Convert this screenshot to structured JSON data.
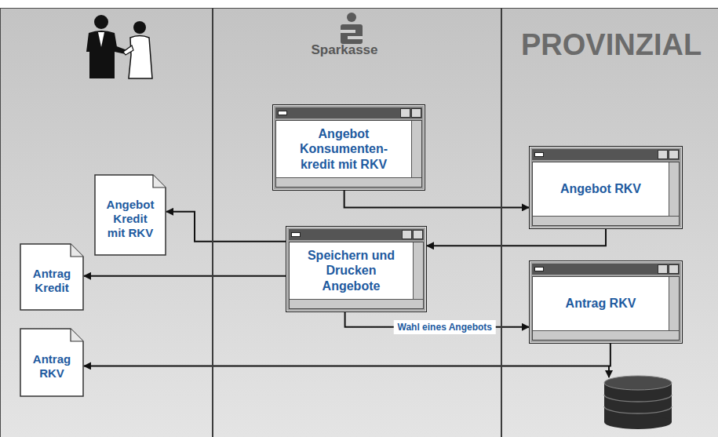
{
  "diagram": {
    "nodes": [
      {
        "text": [
          "Sparkasse"
        ]
      },
      {
        "text": [
          "Angebot Konsumenten- kredit mit RKV"
        ],
        "in": 0
      },
      {
        "text": [
          "Speichern und Drucken Angebote"
        ],
        "in": 0
      },
      {
        "text": [
          "PROVINZIAL"
        ]
      },
      {
        "text": [
          "Angebot RKV"
        ],
        "in": 3
      },
      {
        "text": [
          "Antrag RKV"
        ],
        "in": 3
      },
      {
        "text": [
          "Angebot Kredit mit RKV"
        ]
      },
      {
        "text": [
          "Antrag Kredit"
        ]
      },
      {
        "text": [
          "Antrag RKV"
        ]
      }
    ],
    "edges": [
      {
        "from": 1,
        "to": 4,
        "arrow": "to"
      },
      {
        "from": 4,
        "to": 2,
        "arrow": "to"
      },
      {
        "from": 2,
        "to": 6,
        "arrow": "to"
      },
      {
        "from": 2,
        "to": 7,
        "arrow": "to"
      },
      {
        "from": 2,
        "to": 5,
        "label": "Wahl eines Angebots",
        "arrow": "to"
      },
      {
        "from": 5,
        "to": 8,
        "arrow": "to"
      }
    ]
  }
}
